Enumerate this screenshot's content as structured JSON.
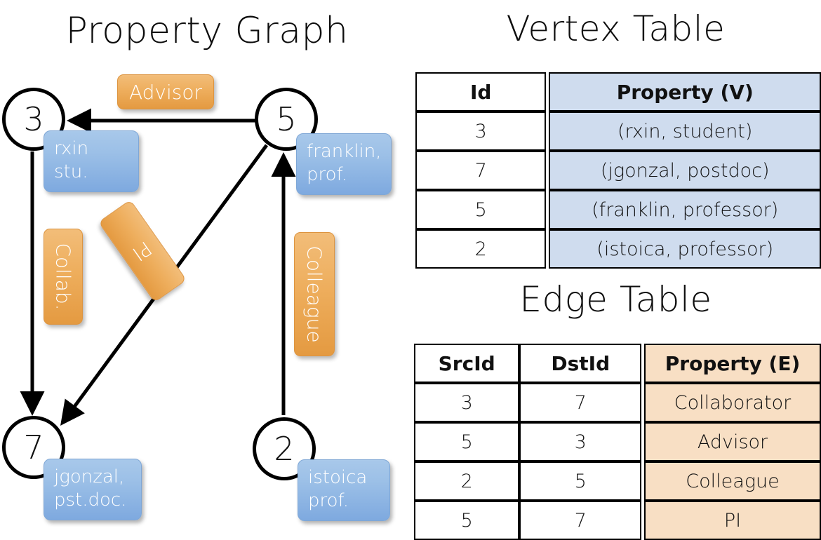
{
  "titles": {
    "property_graph": "Property Graph",
    "vertex_table": "Vertex Table",
    "edge_table": "Edge Table"
  },
  "graph": {
    "vertices": [
      {
        "id": "3",
        "label": "rxin\nstu."
      },
      {
        "id": "5",
        "label": "franklin,\nprof."
      },
      {
        "id": "7",
        "label": "jgonzal,\npst.doc."
      },
      {
        "id": "2",
        "label": "istoica\nprof."
      }
    ],
    "edge_labels": {
      "advisor": "Advisor",
      "collab": "Collab.",
      "pi": "PI",
      "colleague": "Colleague"
    },
    "colors": {
      "vertex_box_fill": "#9cc0e7",
      "edge_label_fill": "#eeae5d",
      "node_stroke": "#000000"
    }
  },
  "vertex_table": {
    "headers": [
      "Id",
      "Property (V)"
    ],
    "rows": [
      {
        "id": "3",
        "property": "(rxin, student)"
      },
      {
        "id": "7",
        "property": "(jgonzal, postdoc)"
      },
      {
        "id": "5",
        "property": "(franklin, professor)"
      },
      {
        "id": "2",
        "property": "(istoica, professor)"
      }
    ],
    "property_fill": "#cfdcee"
  },
  "edge_table": {
    "headers": [
      "SrcId",
      "DstId",
      "Property (E)"
    ],
    "rows": [
      {
        "src": "3",
        "dst": "7",
        "property": "Collaborator"
      },
      {
        "src": "5",
        "dst": "3",
        "property": "Advisor"
      },
      {
        "src": "2",
        "dst": "5",
        "property": "Colleague"
      },
      {
        "src": "5",
        "dst": "7",
        "property": "PI"
      }
    ],
    "property_fill": "#f8dfc4"
  }
}
